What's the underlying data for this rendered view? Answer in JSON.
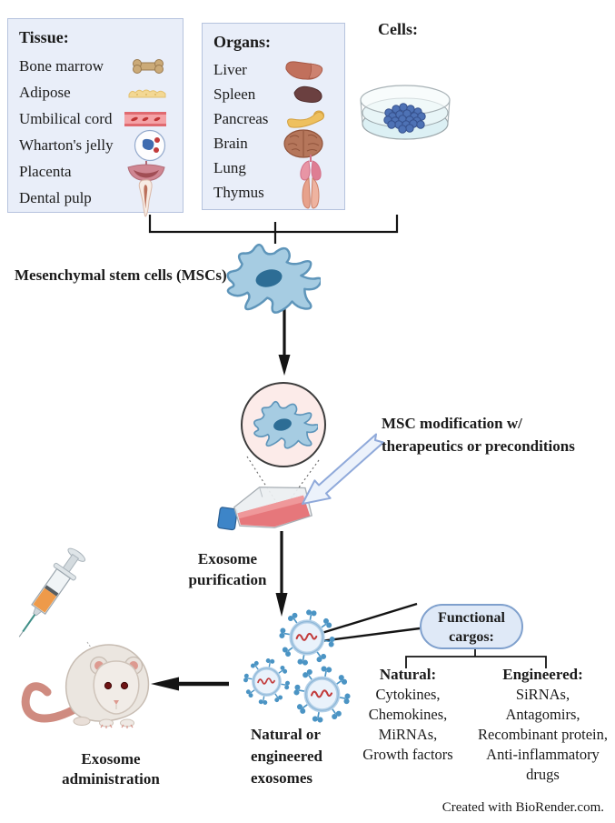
{
  "tissue_panel": {
    "title": "Tissue:",
    "items": [
      {
        "label": "Bone marrow",
        "icon": "bone-icon"
      },
      {
        "label": "Adipose",
        "icon": "adipose-icon"
      },
      {
        "label": "Umbilical cord",
        "icon": "umbilical-cord-icon"
      },
      {
        "label": "Wharton's jelly",
        "icon": "whartons-jelly-icon"
      },
      {
        "label": "Placenta",
        "icon": "placenta-icon"
      },
      {
        "label": "Dental pulp",
        "icon": "tooth-icon"
      }
    ]
  },
  "organs_panel": {
    "title": "Organs:",
    "items": [
      {
        "label": "Liver",
        "icon": "liver-icon"
      },
      {
        "label": "Spleen",
        "icon": "spleen-icon"
      },
      {
        "label": "Pancreas",
        "icon": "pancreas-icon"
      },
      {
        "label": "Brain",
        "icon": "brain-icon"
      },
      {
        "label": "Lung",
        "icon": "lung-icon"
      },
      {
        "label": "Thymus",
        "icon": "thymus-icon"
      }
    ]
  },
  "cells_panel": {
    "title": "Cells:",
    "icon": "petri-dish-icon"
  },
  "msc": {
    "label": "Mesenchymal stem cells (MSCs)"
  },
  "modification": {
    "line1": "MSC modification w/",
    "line2": "therapeutics or preconditions"
  },
  "purification": {
    "line1": "Exosome",
    "line2": "purification"
  },
  "exosome_group": {
    "line1": "Natural or",
    "line2": "engineered",
    "line3": "exosomes"
  },
  "cargos": {
    "title_line1": "Functional",
    "title_line2": "cargos:",
    "natural": {
      "heading": "Natural:",
      "items": [
        "Cytokines,",
        "Chemokines,",
        "MiRNAs,",
        "Growth factors"
      ]
    },
    "engineered": {
      "heading": "Engineered:",
      "items": [
        "SiRNAs,",
        "Antagomirs,",
        "Recombinant protein,",
        "Anti-inflammatory drugs"
      ]
    }
  },
  "administration": {
    "line1": "Exosome",
    "line2": "administration"
  },
  "credit": "Created with BioRender.com.",
  "colors": {
    "panel_fill": "#e9eef9",
    "panel_border": "#b6c3de",
    "text": "#1b1b1b",
    "arrow_black": "#141414",
    "pill_fill": "#dfe9f7",
    "pill_border": "#7fa0cd",
    "cell_blue": "#a6cce2",
    "cell_nucleus": "#2d6d95",
    "exosome_spike_blue": "#4b94c4",
    "cargo_squiggle_red": "#c23b3b",
    "flask_media_pink": "#e4696e",
    "flask_cap_blue": "#3d85c8",
    "magnify_circle_fill": "#fcebe9",
    "mouse_pink": "#d08b82",
    "syringe_liquid_orange": "#ee9a4a"
  }
}
